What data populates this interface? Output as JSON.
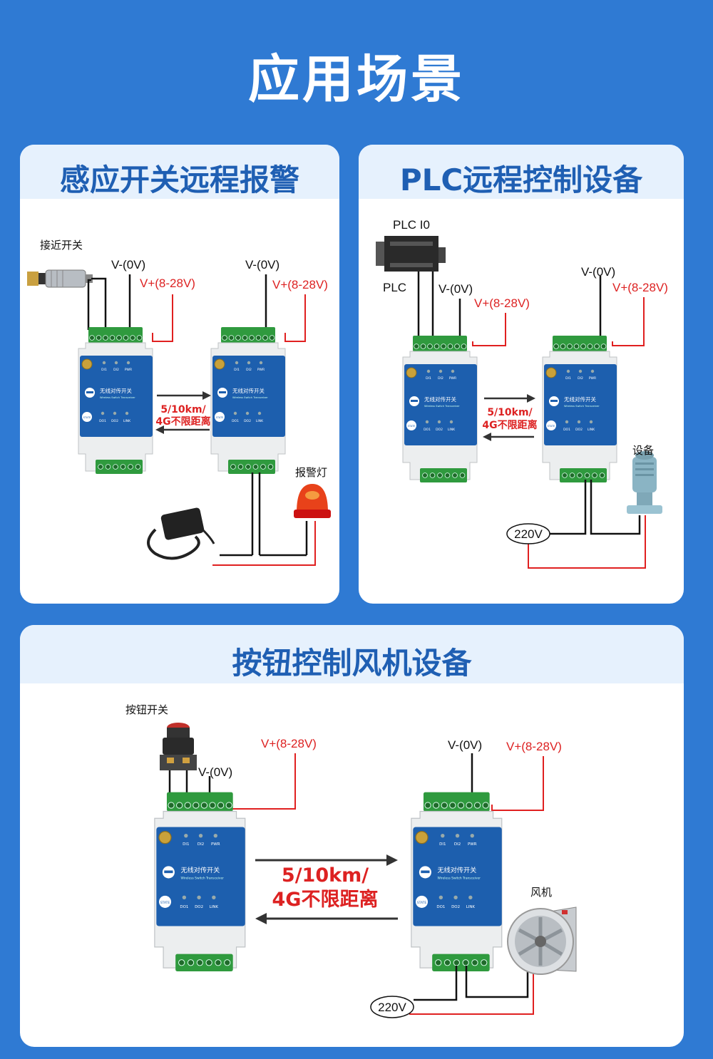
{
  "page_title": "应用场景",
  "scenes": [
    {
      "title": "感应开关远程报警",
      "input_device_label": "接近开关",
      "output_device_label": "报警灯",
      "left_vminus": "V-(0V)",
      "left_vplus": "V+(8-28V)",
      "right_vminus": "V-(0V)",
      "right_vplus": "V+(8-28V)",
      "link_line1": "5/10km/",
      "link_line2": "4G不限距离"
    },
    {
      "title": "PLC远程控制设备",
      "plc_io_label": "PLC I0",
      "plc_label": "PLC",
      "output_device_label": "设备",
      "power_label": "220V",
      "left_vminus": "V-(0V)",
      "left_vplus": "V+(8-28V)",
      "right_vminus": "V-(0V)",
      "right_vplus": "V+(8-28V)",
      "link_line1": "5/10km/",
      "link_line2": "4G不限距离"
    },
    {
      "title": "按钮控制风机设备",
      "input_device_label": "按钮开关",
      "output_device_label": "风机",
      "power_label": "220V",
      "left_vminus": "V-(0V)",
      "left_vplus": "V+(8-28V)",
      "right_vminus": "V-(0V)",
      "right_vplus": "V+(8-28V)",
      "link_line1": "5/10km/",
      "link_line2": "4G不限距离"
    }
  ],
  "module": {
    "name": "无线对传开关",
    "name_en": "Wireless Switch Transceiver",
    "leds_top": [
      "DI1",
      "DI2",
      "PWR"
    ],
    "leds_bottom": [
      "DO1",
      "DO2",
      "LINK"
    ],
    "button": "STATE"
  },
  "colors": {
    "background": "#2f7ad3",
    "title_blue": "#1f5fb3",
    "wire_red": "#e02020",
    "module_blue": "#1d5fae",
    "terminal_green": "#2f9a3e"
  }
}
